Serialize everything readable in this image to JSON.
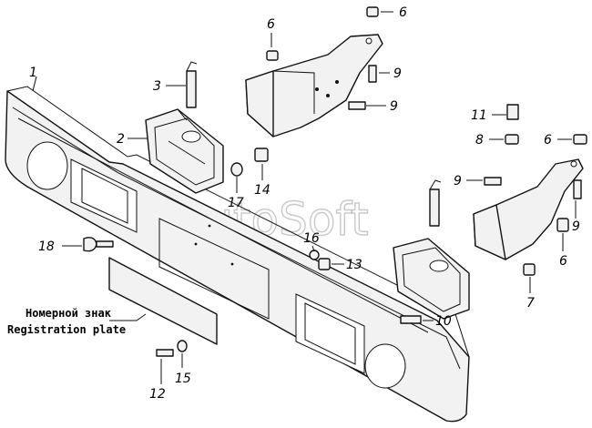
{
  "diagram": {
    "watermark": "AutoSoft",
    "caption": {
      "ru": "Номерной знак",
      "en": "Registration plate"
    },
    "callouts": [
      {
        "id": "c1",
        "text": "1"
      },
      {
        "id": "c2",
        "text": "2"
      },
      {
        "id": "c3",
        "text": "3"
      },
      {
        "id": "c6a",
        "text": "6"
      },
      {
        "id": "c6b",
        "text": "6"
      },
      {
        "id": "c9a",
        "text": "9"
      },
      {
        "id": "c9b",
        "text": "9"
      },
      {
        "id": "c11",
        "text": "11"
      },
      {
        "id": "c8",
        "text": "8"
      },
      {
        "id": "c6c",
        "text": "6"
      },
      {
        "id": "c9c",
        "text": "9"
      },
      {
        "id": "c9d",
        "text": "9"
      },
      {
        "id": "c6d",
        "text": "6"
      },
      {
        "id": "c7",
        "text": "7"
      },
      {
        "id": "c17",
        "text": "17"
      },
      {
        "id": "c14",
        "text": "14"
      },
      {
        "id": "c16",
        "text": "16"
      },
      {
        "id": "c13",
        "text": "13"
      },
      {
        "id": "c18",
        "text": "18"
      },
      {
        "id": "c10",
        "text": "10"
      },
      {
        "id": "c12",
        "text": "12"
      },
      {
        "id": "c15",
        "text": "15"
      }
    ]
  }
}
